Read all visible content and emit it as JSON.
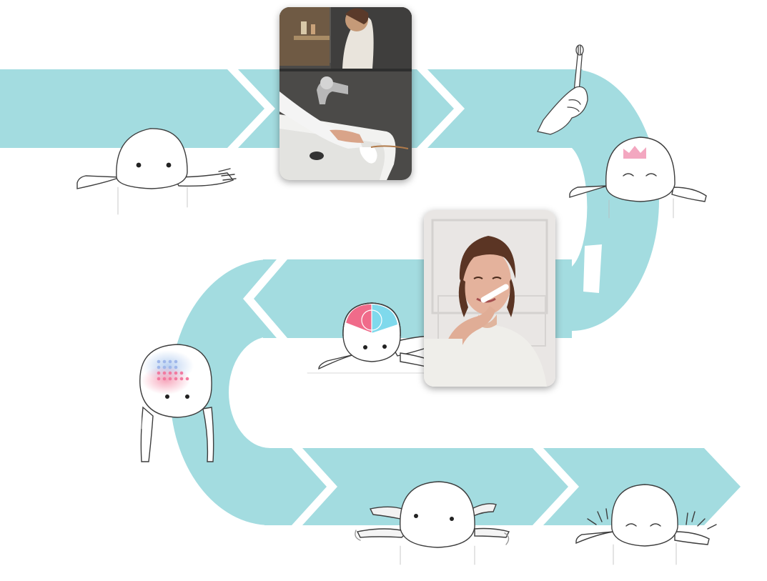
{
  "diagram": {
    "kind": "storyboard-path",
    "colors": {
      "path": "#a3dce0",
      "chevron": "#ffffff",
      "character_fill": "#ffffff",
      "character_line": "#444444",
      "accent_pink": "#f06b8a",
      "accent_cyan": "#6fd3e6"
    },
    "steps": [
      {
        "id": "step-1",
        "character_state": "resting"
      },
      {
        "id": "step-2",
        "photo": "bathroom-sink-photo"
      },
      {
        "id": "step-3",
        "icon": "hand-holding-toothbrush-icon"
      },
      {
        "id": "step-4",
        "character_state": "crowned-happy"
      },
      {
        "id": "step-5",
        "character_state": "pointing-with-timer",
        "photo": "person-brushing-teeth-photo"
      },
      {
        "id": "step-6",
        "character_state": "hanging-with-light-grid"
      },
      {
        "id": "step-7",
        "character_state": "wriggling"
      },
      {
        "id": "step-8",
        "character_state": "content-settled"
      }
    ]
  }
}
